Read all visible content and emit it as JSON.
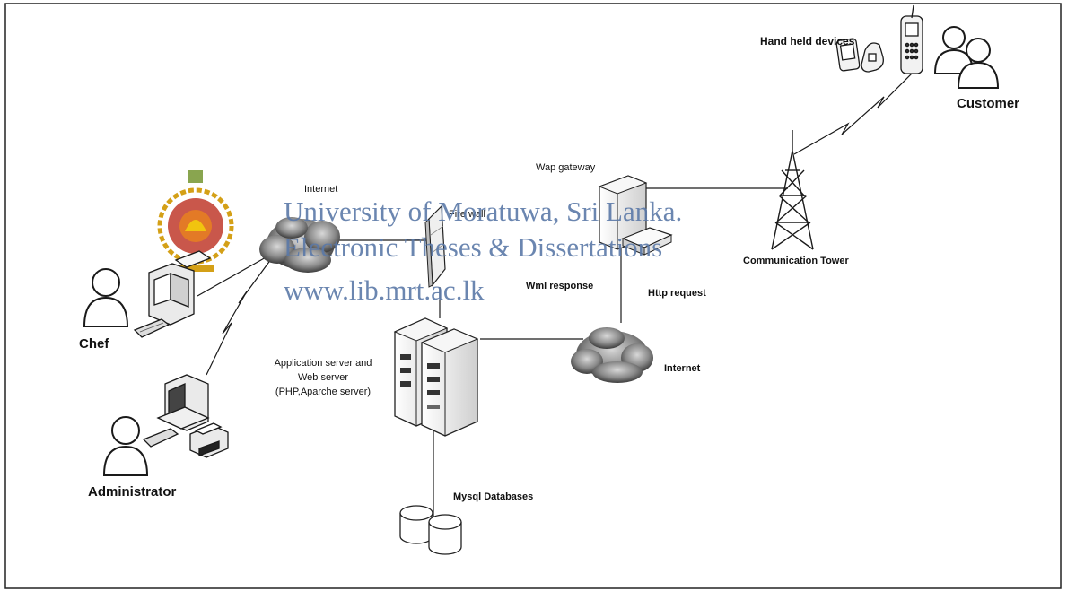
{
  "labels": {
    "hand_held_devices": "Hand held devices",
    "customer": "Customer",
    "wap_gateway": "Wap gateway",
    "internet_top": "Internet",
    "fire_wall": "Fire wall",
    "communication_tower": "Communication Tower",
    "wml_response": "Wml response",
    "http_request": "Http request",
    "chef": "Chef",
    "app_server_line1": "Application server and",
    "app_server_line2": "Web server",
    "app_server_line3": "(PHP,Aparche server)",
    "internet_right": "Internet",
    "administrator": "Administrator",
    "mysql_databases": "Mysql Databases"
  },
  "watermark": {
    "line1": "University of Moratuwa, Sri Lanka.",
    "line2": "Electronic Theses & Dissertations",
    "line3": "www.lib.mrt.ac.lk"
  },
  "colors": {
    "line": "#1a1a1a",
    "watermark": "#5b79a8",
    "device_fill": "#e8e8e8",
    "cloud_fill": "#9a9a9a",
    "logo_red": "#c0392b",
    "logo_gold": "#d4a017"
  }
}
